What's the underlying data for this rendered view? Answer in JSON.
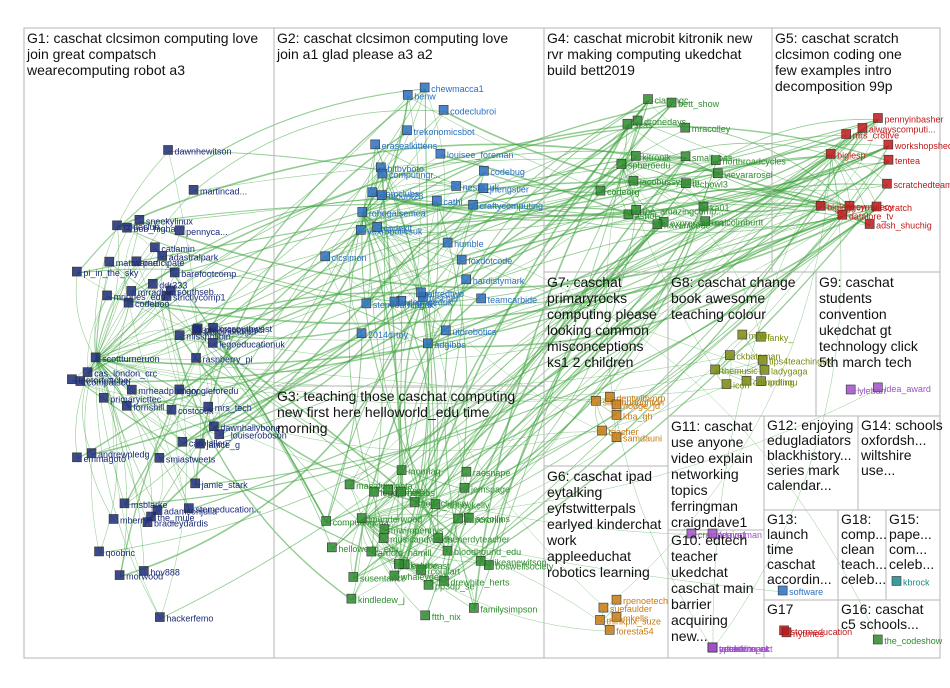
{
  "colors": {
    "edge": "#3aa33a",
    "frame": "#b5b5b5",
    "group_navy": "#1b2a78",
    "group_blue": "#2a6fc0",
    "group_green": "#2e8b2e",
    "group_red": "#c0181a",
    "group_olive": "#7a8a10",
    "group_purple": "#a050c8",
    "group_orange": "#c87a10",
    "group_teal": "#1a8a8a"
  },
  "groups": [
    {
      "id": "G1",
      "title_lines": [
        "G1: caschat clcsimon computing love",
        "join great compatsch",
        "wearecomputing robot a3"
      ],
      "color": "group_navy",
      "nodes": [
        "googleforedu",
        "dawnhallybone",
        "mrs_tech",
        "carolallen",
        "janice_g",
        "costcouk",
        "jamie_stark",
        "stemeducation...",
        "adamsonjulia",
        "hackerfemo",
        "the_mule",
        "smiastweets",
        "bradleydardis",
        "morwood",
        "hov888",
        "msblarke",
        "qoobric",
        "mberry",
        "emmagoto",
        "andrewpledg",
        "forrishill",
        "teetorteacher",
        "mrheadprimary",
        "cas_london_crc",
        "primaryicttec",
        "compatsch",
        "scottturneruon",
        "pi_in_the_sky",
        "codeboo",
        "mrjones_edu",
        "mattwarne",
        "mrradburn",
        "bob_higha",
        "codeclub",
        "ddr333",
        "participate",
        "sneekylinux",
        "dawnhewitson",
        "adastralpark",
        "catlamin",
        "barefootcomp",
        "martincad...",
        "pennyca...",
        "strictlycomp1",
        "southseb...",
        "missphilbin",
        "altcoinbadger",
        "phillipscompsci",
        "legoeducationuk",
        "raspberry_pi",
        "crcsouthwest",
        "_louiseroboson"
      ]
    },
    {
      "id": "G2",
      "title_lines": [
        "G2: caschat clcsimon computing love",
        "join a1 glad please a3 a2"
      ],
      "color": "group_blue",
      "nodes": [
        "humble",
        "foxdotcode",
        "hardistymark",
        "teamcarbide",
        "utorobotics",
        "adgibbs",
        "frischer",
        "alfredtwo",
        "debugeduk",
        "mr_g_ict",
        "2014drtoy",
        "stemlearninguk",
        "vexroboticsuk",
        "clcsimon",
        "codekit",
        "robogalsemea",
        "stemclubs",
        "mount28",
        "bitbyboto",
        "computingr...",
        "erasealkittens",
        "trekonomicsbot",
        "benw",
        "chewmacca1",
        "louisee_foreman",
        "codeclubroi",
        "nesta_uk",
        "cathl",
        "codebug",
        "jhengstler",
        "craftycomputing"
      ]
    },
    {
      "id": "G3",
      "title_lines": [
        "G3: teaching those caschat computing",
        "new first here helloworld_edu time",
        "morning"
      ],
      "color": "group_green",
      "nodes": [
        "boswellsociety",
        "bloodhound_edu",
        "drewhite_herts",
        "familysimpson",
        "rcoultart",
        "ftth_nix",
        "pp3dp_se",
        "eclubeast",
        "ukscone",
        "kindledew_j",
        "whaleygeek",
        "susentance",
        "arnold_hamill",
        "helloworld_edu",
        "computingcha...",
        "lmunderwood",
        "musicandwords",
        "mwimpennys",
        "legojames",
        "masafumiohta",
        "jordyjax",
        "moorlag",
        "raftabs",
        "codeclubsw",
        "_abbeykelly",
        "jemspage",
        "raesnape",
        "ascollins",
        "jmpcronin",
        "thenerdyteacher",
        "mikeanewitson"
      ]
    },
    {
      "id": "G4",
      "title_lines": [
        "G4: caschat microbit kitronik new",
        "rvr making computing ukedchat",
        "build bett2019"
      ],
      "color": "group_green",
      "nodes": [
        "techowl3",
        "malcolmburtt",
        "ka01",
        "expressiveart",
        "havantcode",
        "ashot",
        "the_amazingcomp...",
        "codeorg",
        "jacobussystem",
        "spheroedu",
        "kitronik",
        "dronedays",
        "scas",
        "ciarangc",
        "bett_show",
        "mracolley",
        "small_bas...",
        "northroadcycles",
        "vievararosel"
      ]
    },
    {
      "id": "G5",
      "title_lines": [
        "G5: caschat scratch",
        "clcsimon coding one",
        "few examples intro",
        "decomposition 99p"
      ],
      "color": "group_red",
      "nodes": [
        "scratchedteam",
        "scratch",
        "adsh_shuchig",
        "cymplecy",
        "datalore_tv",
        "bigleggen",
        "biglesp",
        "mrs_cr8tive",
        "alwayscomputi...",
        "pennyinbasher",
        "workshopshed",
        "tentea"
      ]
    },
    {
      "id": "G6",
      "title_lines": [
        "G6: caschat ipad",
        "eytalking",
        "eyfstwitterpals",
        "earlyed kinderchat",
        "work",
        "appleeduchat",
        "robotics learning"
      ],
      "color": "group_orange",
      "nodes": [
        "mkells",
        "foresta54",
        "thinkpix_suze",
        "suefaulder",
        "rpenoetech"
      ]
    },
    {
      "id": "G7",
      "title_lines": [
        "G7: caschat",
        "primaryrocks",
        "computing please",
        "looking common",
        "misconceptions",
        "ks1 2 children"
      ],
      "color": "group_orange",
      "nodes": [
        "kba_gh",
        "samdauni",
        "teacher",
        "simonhaughton",
        "dentwithmrp",
        "hodge_jd"
      ]
    },
    {
      "id": "G8",
      "title_lines": [
        "G8: caschat change",
        "book awesome",
        "teaching colour"
      ],
      "color": "group_olive",
      "nodes": [
        "ladygaga",
        "ardinou",
        "computing",
        "icon",
        "themusic",
        "ckbateman",
        "mrwir",
        "lanky_",
        "tips4teachinguk"
      ]
    },
    {
      "id": "G9",
      "title_lines": [
        "G9: caschat",
        "students",
        "convention",
        "ukedchat gt",
        "technology click",
        "5th march tech"
      ],
      "color": "group_purple",
      "nodes": [
        "lyleban",
        "idea_award"
      ]
    },
    {
      "id": "G10",
      "title_lines": [
        "G10: edtech",
        "teacher",
        "ukedchat",
        "caschat main",
        "barrier",
        "acquiring",
        "new..."
      ],
      "color": "group_purple",
      "nodes": [
        "marktennant",
        "edtechimpact",
        "ypoinfo",
        "tutorialite_uk",
        "nasco"
      ]
    },
    {
      "id": "G11",
      "title_lines": [
        "G11: caschat",
        "use anyone",
        "video explain",
        "networking",
        "topics",
        "ferringman",
        "craigndave1"
      ],
      "color": "group_purple",
      "nodes": [
        "craigndave1",
        "ferringman"
      ]
    },
    {
      "id": "G12",
      "title_lines": [
        "G12: enjoying",
        "edugladiators",
        "blackhistory...",
        "series mark",
        "calendar..."
      ],
      "color": "group_purple",
      "nodes": []
    },
    {
      "id": "G13",
      "title_lines": [
        "G13:",
        "launch",
        "time",
        "caschat",
        "accordin..."
      ],
      "color": "group_blue",
      "nodes": [
        "software"
      ]
    },
    {
      "id": "G14",
      "title_lines": [
        "G14: schools",
        "oxfordsh...",
        "wiltshire",
        "use..."
      ],
      "color": "group_blue",
      "nodes": []
    },
    {
      "id": "G15",
      "title_lines": [
        "G15:",
        "pape...",
        "com...",
        "celeb..."
      ],
      "color": "group_teal",
      "nodes": [
        "kbrock"
      ]
    },
    {
      "id": "G16",
      "title_lines": [
        "G16: caschat",
        "c5 schools..."
      ],
      "color": "group_green",
      "nodes": [
        "the_codeshow"
      ]
    },
    {
      "id": "G17",
      "title_lines": [
        "G17"
      ],
      "color": "group_red",
      "nodes": [
        "stormeducation",
        "nytimes"
      ]
    },
    {
      "id": "G18",
      "title_lines": [
        "G18:",
        "comp...",
        "clean",
        "teach...",
        "celeb..."
      ],
      "color": "group_teal",
      "nodes": []
    }
  ]
}
